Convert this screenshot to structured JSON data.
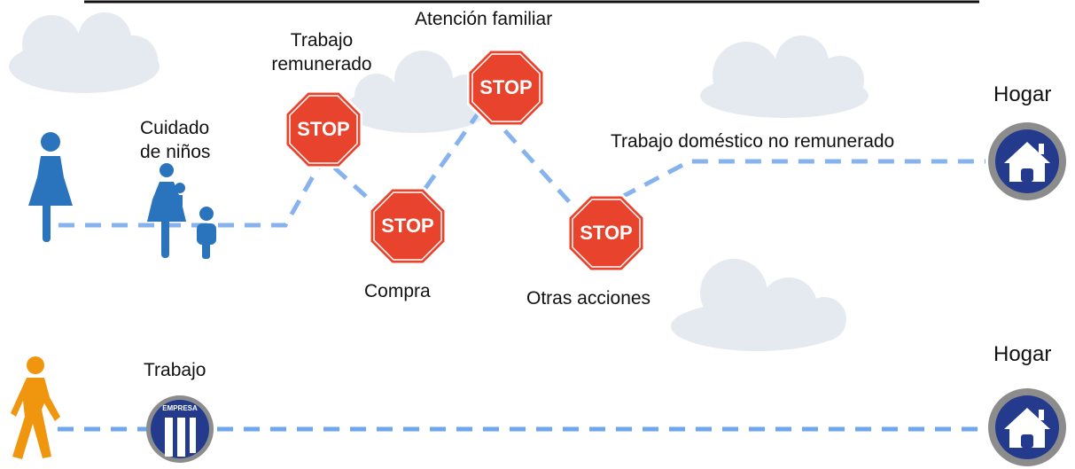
{
  "labels": {
    "cuidado": "Cuidado\nde niños",
    "trabajo_remunerado": "Trabajo\nremunerado",
    "atencion_familiar": "Atención familiar",
    "compra": "Compra",
    "otras_acciones": "Otras acciones",
    "trabajo_domestico": "Trabajo doméstico no remunerado",
    "hogar_top": "Hogar",
    "trabajo": "Trabajo",
    "hogar_bottom": "Hogar"
  },
  "stop_text": "STOP",
  "empresa_text": "EMPRESA",
  "colors": {
    "woman_path": "#86b2ee",
    "man_path": "#6fa6f0",
    "woman": "#2a74bd",
    "man": "#f0950e",
    "stop": "#e8432c",
    "home_ring": "#8c8c8c",
    "home_fill": "#243a8c",
    "cloud": "#e5eaf1",
    "top_line": "#111111"
  },
  "icons": [
    "woman-icon",
    "mother-children-icon",
    "stop-sign-icon",
    "house-icon",
    "walking-man-icon",
    "company-building-icon",
    "cloud-icon"
  ]
}
